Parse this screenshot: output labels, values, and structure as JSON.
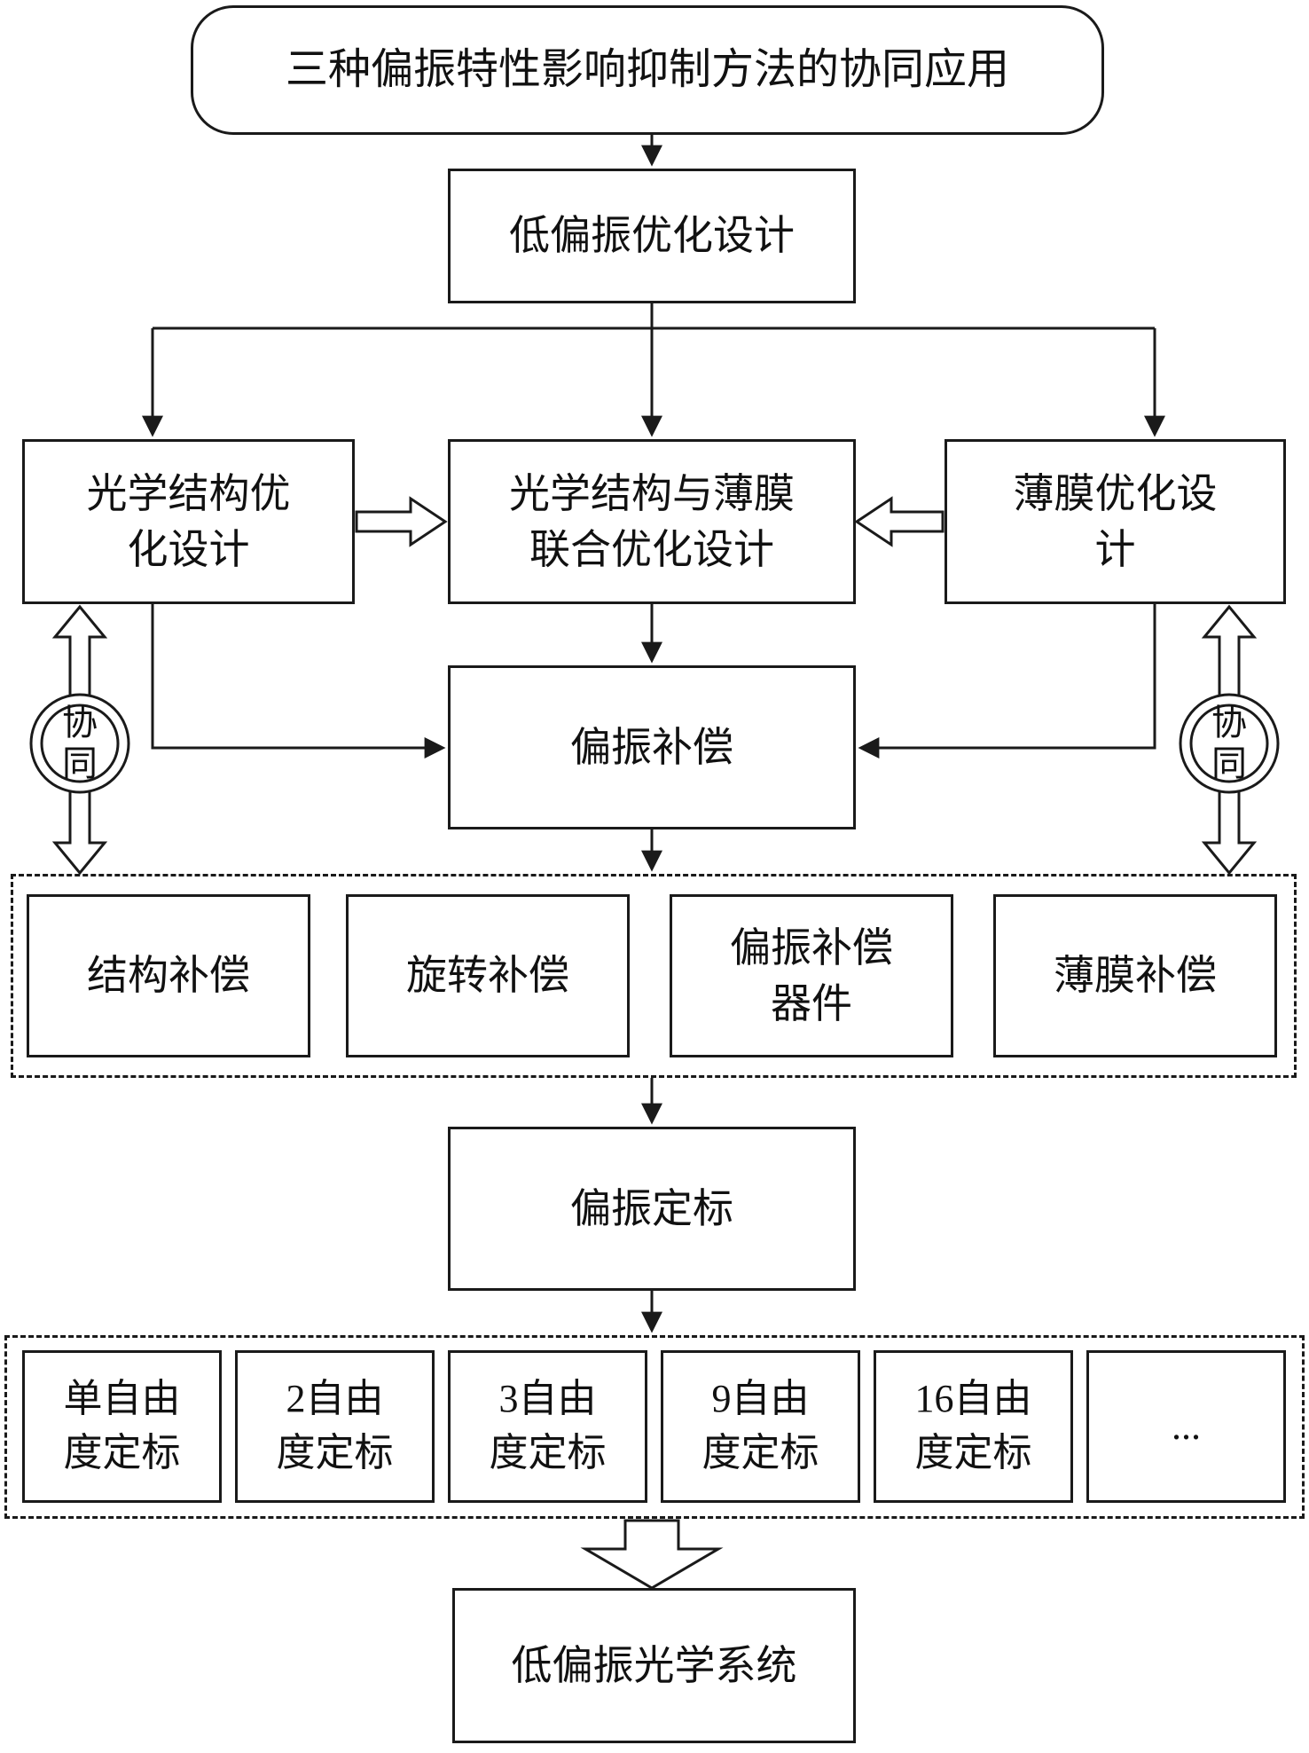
{
  "diagram": {
    "title": "三种偏振特性影响抑制方法的协同应用",
    "nodes": {
      "low_pol_design": "低偏振优化设计",
      "optical_structure_design": "光学结构优\n化设计",
      "joint_design": "光学结构与薄膜\n联合优化设计",
      "film_design": "薄膜优化设\n计",
      "polarization_compensation": "偏振补偿",
      "polarization_calibration": "偏振定标",
      "low_pol_system": "低偏振光学系统"
    },
    "synergy_label": "协\n同",
    "compensation_items": [
      "结构补偿",
      "旋转补偿",
      "偏振补偿\n器件",
      "薄膜补偿"
    ],
    "calibration_items": [
      "单自由\n度定标",
      "2自由\n度定标",
      "3自由\n度定标",
      "9自由\n度定标",
      "16自由\n度定标",
      "..."
    ]
  }
}
